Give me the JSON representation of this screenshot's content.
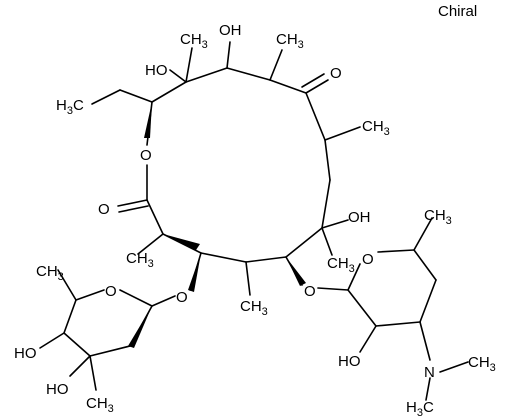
{
  "chiral_flag": "Chiral",
  "labels": {
    "oh_top": "OH",
    "ho_left": "HO",
    "ch3_top": "CH3",
    "ch3_top_right": "CH3",
    "ketone_o": "O",
    "ch3_right": "CH3",
    "h3c_ethyl": "H3C",
    "ring_o": "O",
    "lactone_o": "O",
    "oh_mid": "OH",
    "ch3_c6": "CH3",
    "ch3_c5": "CH3",
    "ch3_c4": "CH3",
    "o_glyc1": "O",
    "o_glyc2": "O",
    "o_sugar1": "O",
    "o_sugar2": "O",
    "ch3_sugar2": "CH3",
    "ch3_sugar1": "CH3",
    "ho_sugar1a": "HO",
    "ho_sugar1b": "HO",
    "ch3_sugar1b": "CH3",
    "ho_sugar2": "HO",
    "n_dimethyl": "N",
    "ch3_n1": "CH3",
    "h3c_n2": "H3C"
  }
}
